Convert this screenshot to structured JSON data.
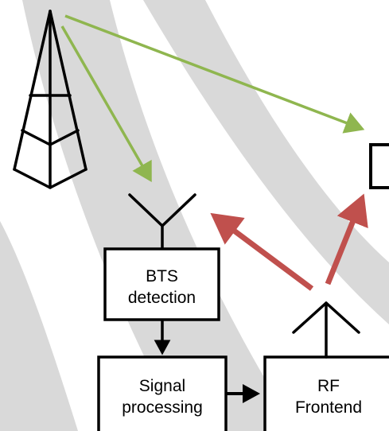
{
  "diagram": {
    "boxes": {
      "bts_detection": {
        "line1": "BTS",
        "line2": "detection"
      },
      "signal_processing": {
        "line1": "Signal",
        "line2": "processing"
      },
      "rf_frontend": {
        "line1": "RF",
        "line2": "Frontend"
      }
    },
    "colors": {
      "background": "#ffffff",
      "gray_bands": "#d9d9d9",
      "stroke": "#000000",
      "green_arrow": "#8fb64f",
      "red_arrow": "#c0504d"
    },
    "icons": {
      "tower": "cell-tower-icon",
      "receive_antenna": "y-antenna-icon",
      "transmit_antenna": "chevron-antenna-icon",
      "target": "receiver-box-icon"
    }
  }
}
